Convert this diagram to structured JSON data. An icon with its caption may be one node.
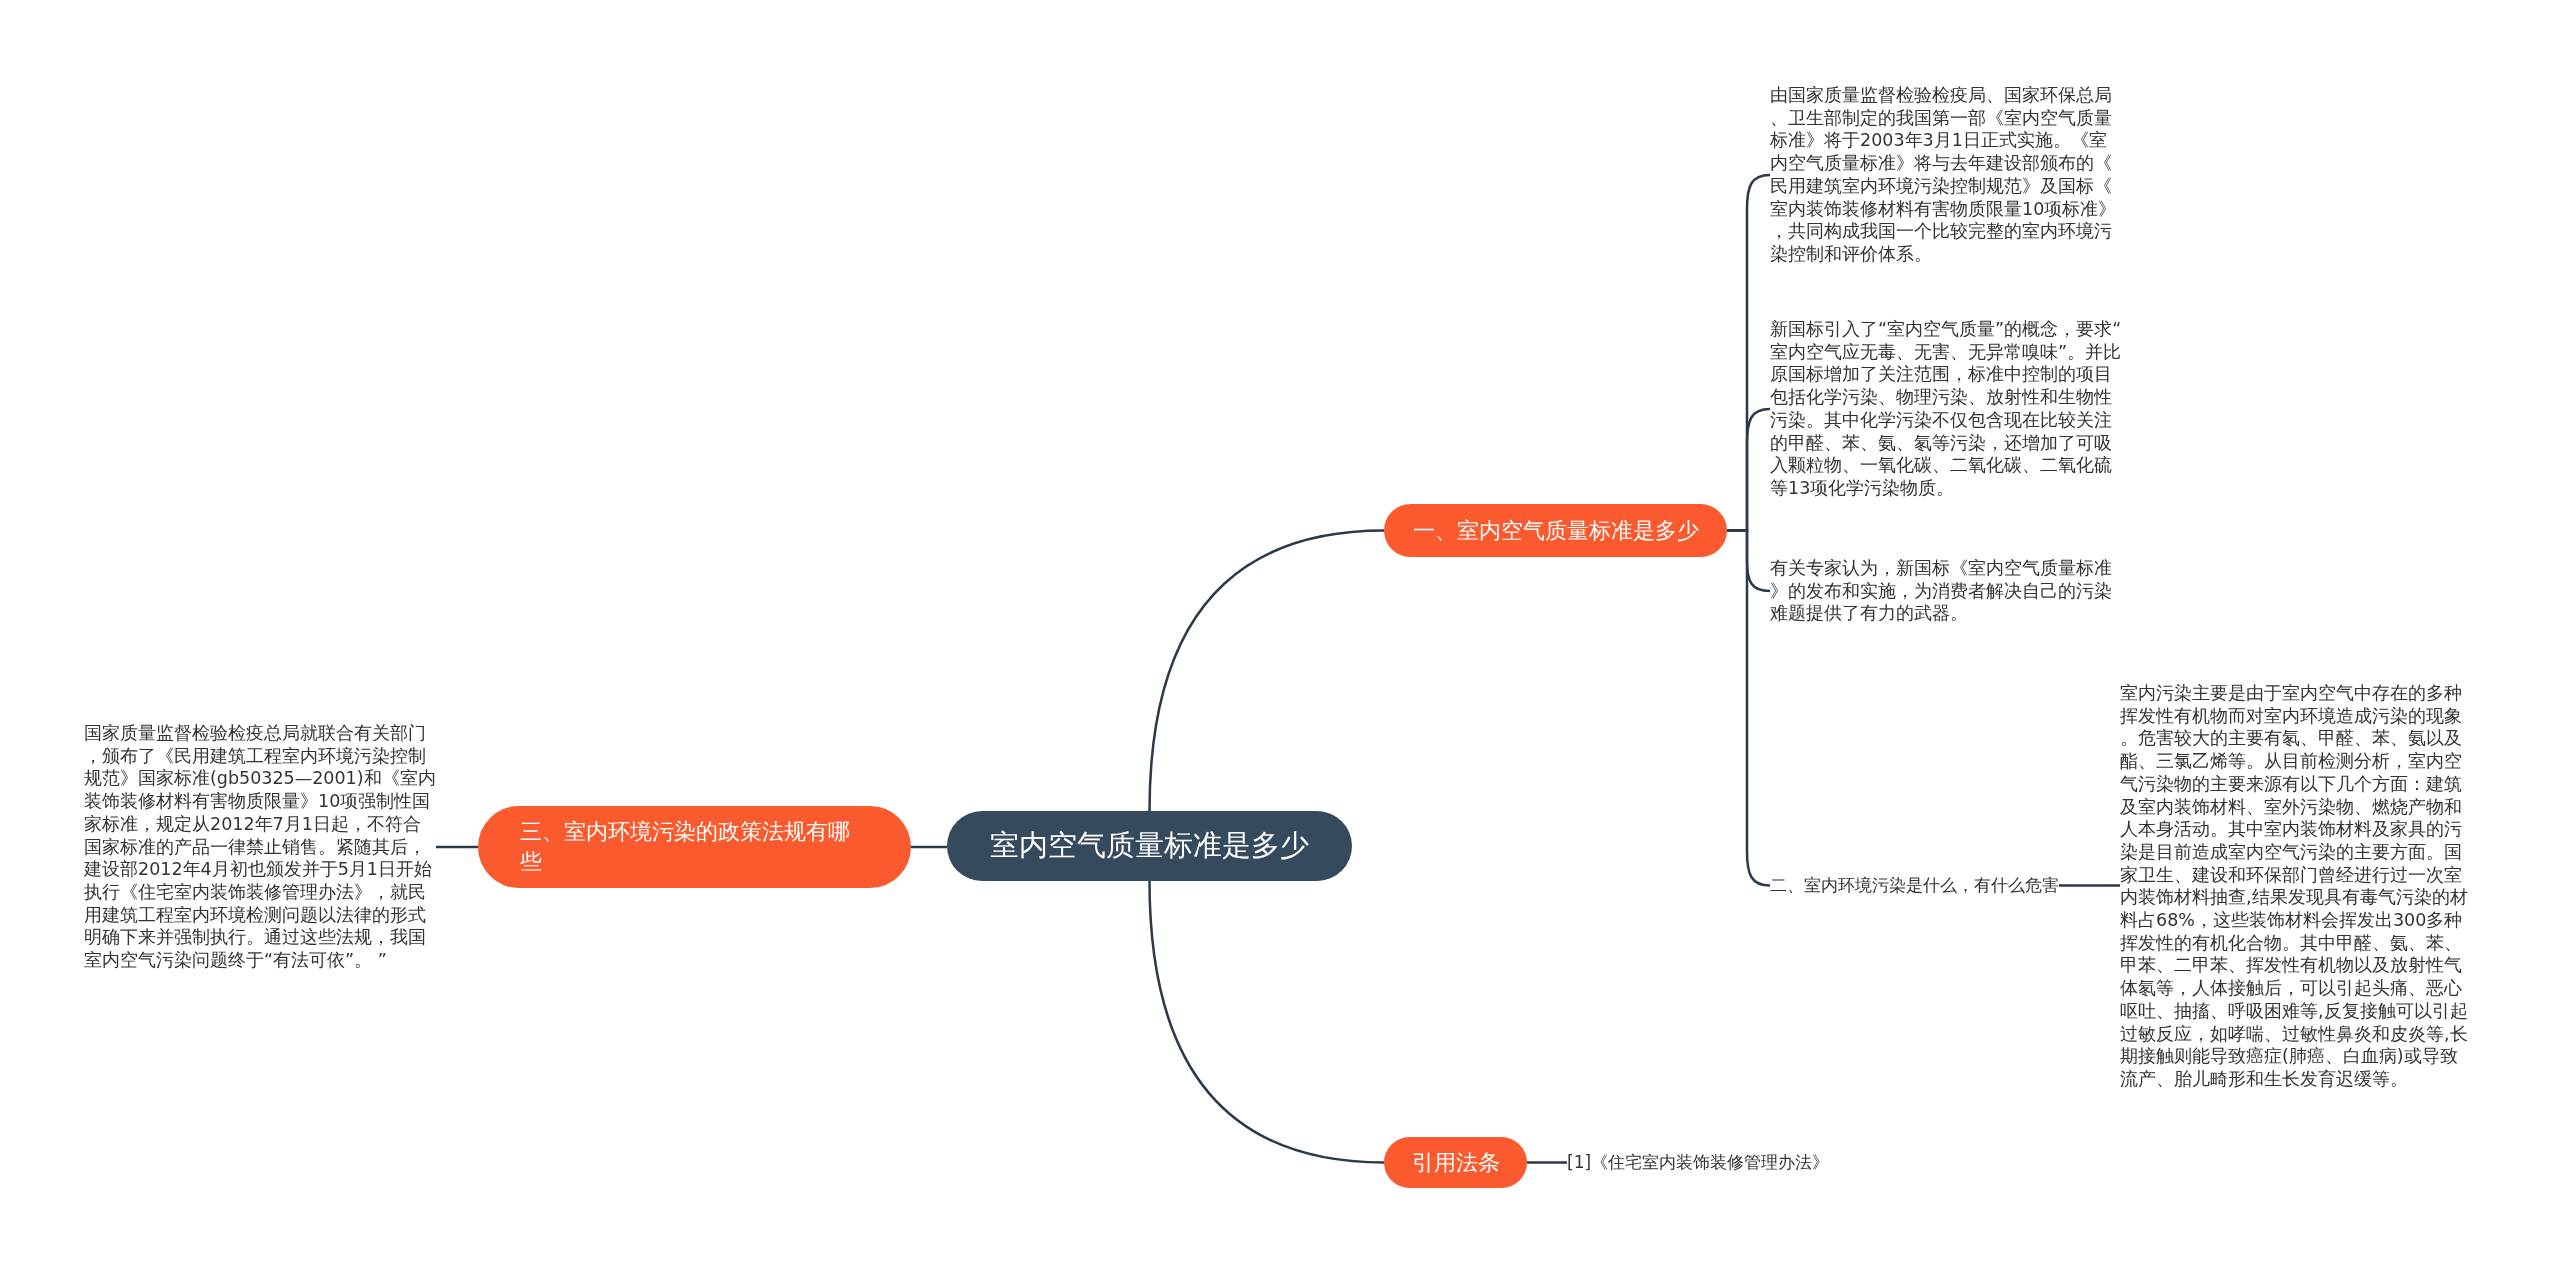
{
  "diagram": {
    "nodes": [
      {
        "text": [
          "室内空气质量标准是多少"
        ]
      },
      {
        "text": [
          "一、室内空气质量标准是多少"
        ]
      },
      {
        "text": [
          "由国家质量监督检验检疫局、国家环保总局、卫生部制定的我国第一部《室内空气质量标准》将于2003年3月1日正式实施。《室内空气质量标准》将与去年建设部颁布的《民用建筑室内环境污染控制规范》及国标《室内装饰装修材料有害物质限量10项标准》，共同构成我国一个比较完整的室内环境污染控制和评价体系。"
        ]
      },
      {
        "text": [
          "新国标引入了“室内空气质量”的概念，要求“室内空气应无毒、无害、无异常嗅味”。并比原国标增加了关注范围，标准中控制的项目包括化学污染、物理污染、放射性和生物性污染。其中化学污染不仅包含现在比较关注的甲醛、苯、氨、氡等污染，还增加了可吸入颗粒物、一氧化碳、二氧化碳、二氧化硫等13项化学污染物质。"
        ]
      },
      {
        "text": [
          "有关专家认为，新国标《室内空气质量标准》的发布和实施，为消费者解决自己的污染难题提供了有力的武器。"
        ]
      },
      {
        "text": [
          "二、室内环境污染是什么，有什么危害"
        ]
      },
      {
        "text": [
          "室内污染主要是由于室内空气中存在的多种挥发性有机物而对室内环境造成污染的现象。危害较大的主要有氡、甲醛、苯、氨以及酯、三氯乙烯等。从目前检测分析，室内空气污染物的主要来源有以下几个方面：建筑及室内装饰材料、室外污染物、燃烧产物和人本身活动。其中室内装饰材料及家具的污染是目前造成室内空气污染的主要方面。国家卫生、建设和环保部门曾经进行过一次室内装饰材料抽查,结果发现具有毒气污染的材料占68%，这些装饰材料会挥发出300多种挥发性的有机化合物。其中甲醛、氨、苯、甲苯、二甲苯、挥发性有机物以及放射性气体氡等，人体接触后，可以引起头痛、恶心呕吐、抽搐、呼吸困难等,反复接触可以引起过敏反应，如哮喘、过敏性鼻炎和皮炎等,长期接触则能导致癌症(肺癌、白血病)或导致流产、胎儿畸形和生长发育迟缓等。"
        ]
      },
      {
        "text": [
          "三、室内环境污染的政策法规有哪些"
        ]
      },
      {
        "text": [
          "国家质量监督检验检疫总局就联合有关部门，颁布了《民用建筑工程室内环境污染控制规范》国家标准(gb50325—2001)和《室内装饰装修材料有害物质限量》10项强制性国家标准，规定从2012年7月1日起，不符合国家标准的产品一律禁止销售。紧随其后，建设部2012年4月初也颁发并于5月1日开始执行《住宅室内装饰装修管理办法》，就民用建筑工程室内环境检测问题以法律的形式明确下来并强制执行。通过这些法规，我国室内空气污染问题终于“有法可依”。 ”"
        ]
      },
      {
        "text": [
          "引用法条"
        ]
      },
      {
        "text": [
          "[1]《住宅室内装饰装修管理办法》"
        ]
      }
    ],
    "edges": [
      {
        "from": 0,
        "to": 1,
        "arrow": "none"
      },
      {
        "from": 1,
        "to": 2,
        "arrow": "none"
      },
      {
        "from": 1,
        "to": 3,
        "arrow": "none"
      },
      {
        "from": 1,
        "to": 4,
        "arrow": "none"
      },
      {
        "from": 1,
        "to": 5,
        "arrow": "none"
      },
      {
        "from": 5,
        "to": 6,
        "arrow": "none"
      },
      {
        "from": 0,
        "to": 7,
        "arrow": "none"
      },
      {
        "from": 7,
        "to": 8,
        "arrow": "none"
      },
      {
        "from": 0,
        "to": 9,
        "arrow": "none"
      },
      {
        "from": 9,
        "to": 10,
        "arrow": "none"
      }
    ]
  }
}
